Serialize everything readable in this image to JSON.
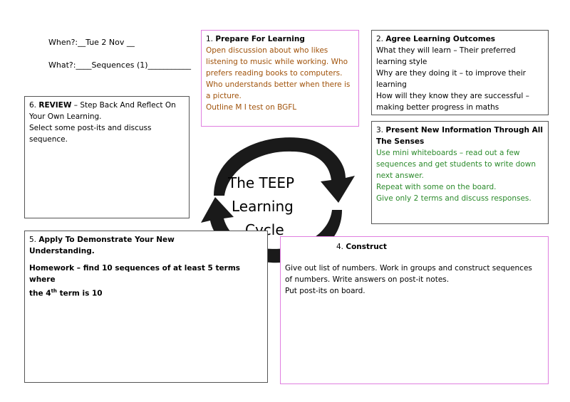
{
  "header": {
    "when_label": "When?:",
    "when_value": "__Tue 2 Nov  __",
    "what_label": "What?:",
    "what_value": "____Sequences (1)___________"
  },
  "cycle": {
    "line1": "The TEEP",
    "line2": "Learning",
    "line3": "Cycle"
  },
  "box1": {
    "num": "1.",
    "title": "Prepare For Learning",
    "lines": [
      "Open discussion about who likes",
      "listening to music while working.  Who",
      "prefers reading books to computers.",
      "Who understands better when there is",
      "a picture.",
      "Outline M I test on BGFL"
    ]
  },
  "box2": {
    "num": "2.",
    "title": "Agree Learning Outcomes",
    "lines": [
      "What they will learn – Their preferred",
      "learning style",
      "Why are they doing it – to improve their",
      "learning",
      "How will they know they are successful –",
      "making better progress in maths"
    ]
  },
  "box3": {
    "num": "3.",
    "title_line1": "Present New Information Through All",
    "title_line2": "The Senses",
    "lines": [
      "Use mini whiteboards – read out a few",
      "sequences and get students to write down",
      "next answer.",
      "Repeat with some on the board.",
      "Give only 2 terms and discuss responses."
    ]
  },
  "box4": {
    "num": "4.",
    "title": "Construct",
    "lines": [
      "Give out list of numbers.  Work in groups and construct sequences",
      "of numbers.  Write answers on post-it notes.",
      "Put post-its on board."
    ]
  },
  "box5": {
    "num": "5.",
    "title_line1": "Apply To Demonstrate Your New",
    "title_line2": "Understanding.",
    "hw_a": "Homework – find 10 sequences of at least 5 terms where",
    "hw_b1": "the 4",
    "hw_sup": "th",
    "hw_b2": " term is 10"
  },
  "box6": {
    "num": "6.",
    "title": "REVIEW",
    "title_rest": " – Step Back And Reflect On",
    "line2": "Your Own Learning.",
    "lines": [
      "Select some post-its and discuss",
      "sequence."
    ]
  }
}
